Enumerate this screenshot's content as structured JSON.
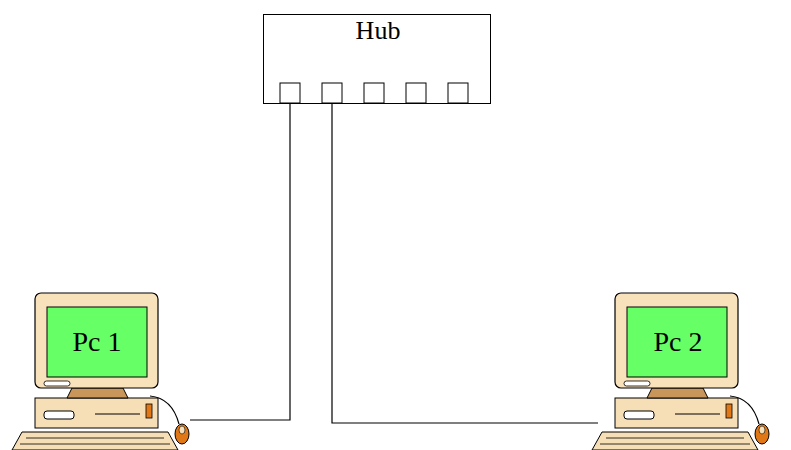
{
  "diagram": {
    "nodes": [
      {
        "text": [
          "Hub"
        ]
      },
      {
        "text": [
          "Pc 1"
        ]
      },
      {
        "text": [
          "Pc 2"
        ]
      }
    ],
    "edges": [
      {
        "from": 0,
        "to": 1,
        "arrow": "none"
      },
      {
        "from": 0,
        "to": 2,
        "arrow": "none"
      }
    ]
  }
}
